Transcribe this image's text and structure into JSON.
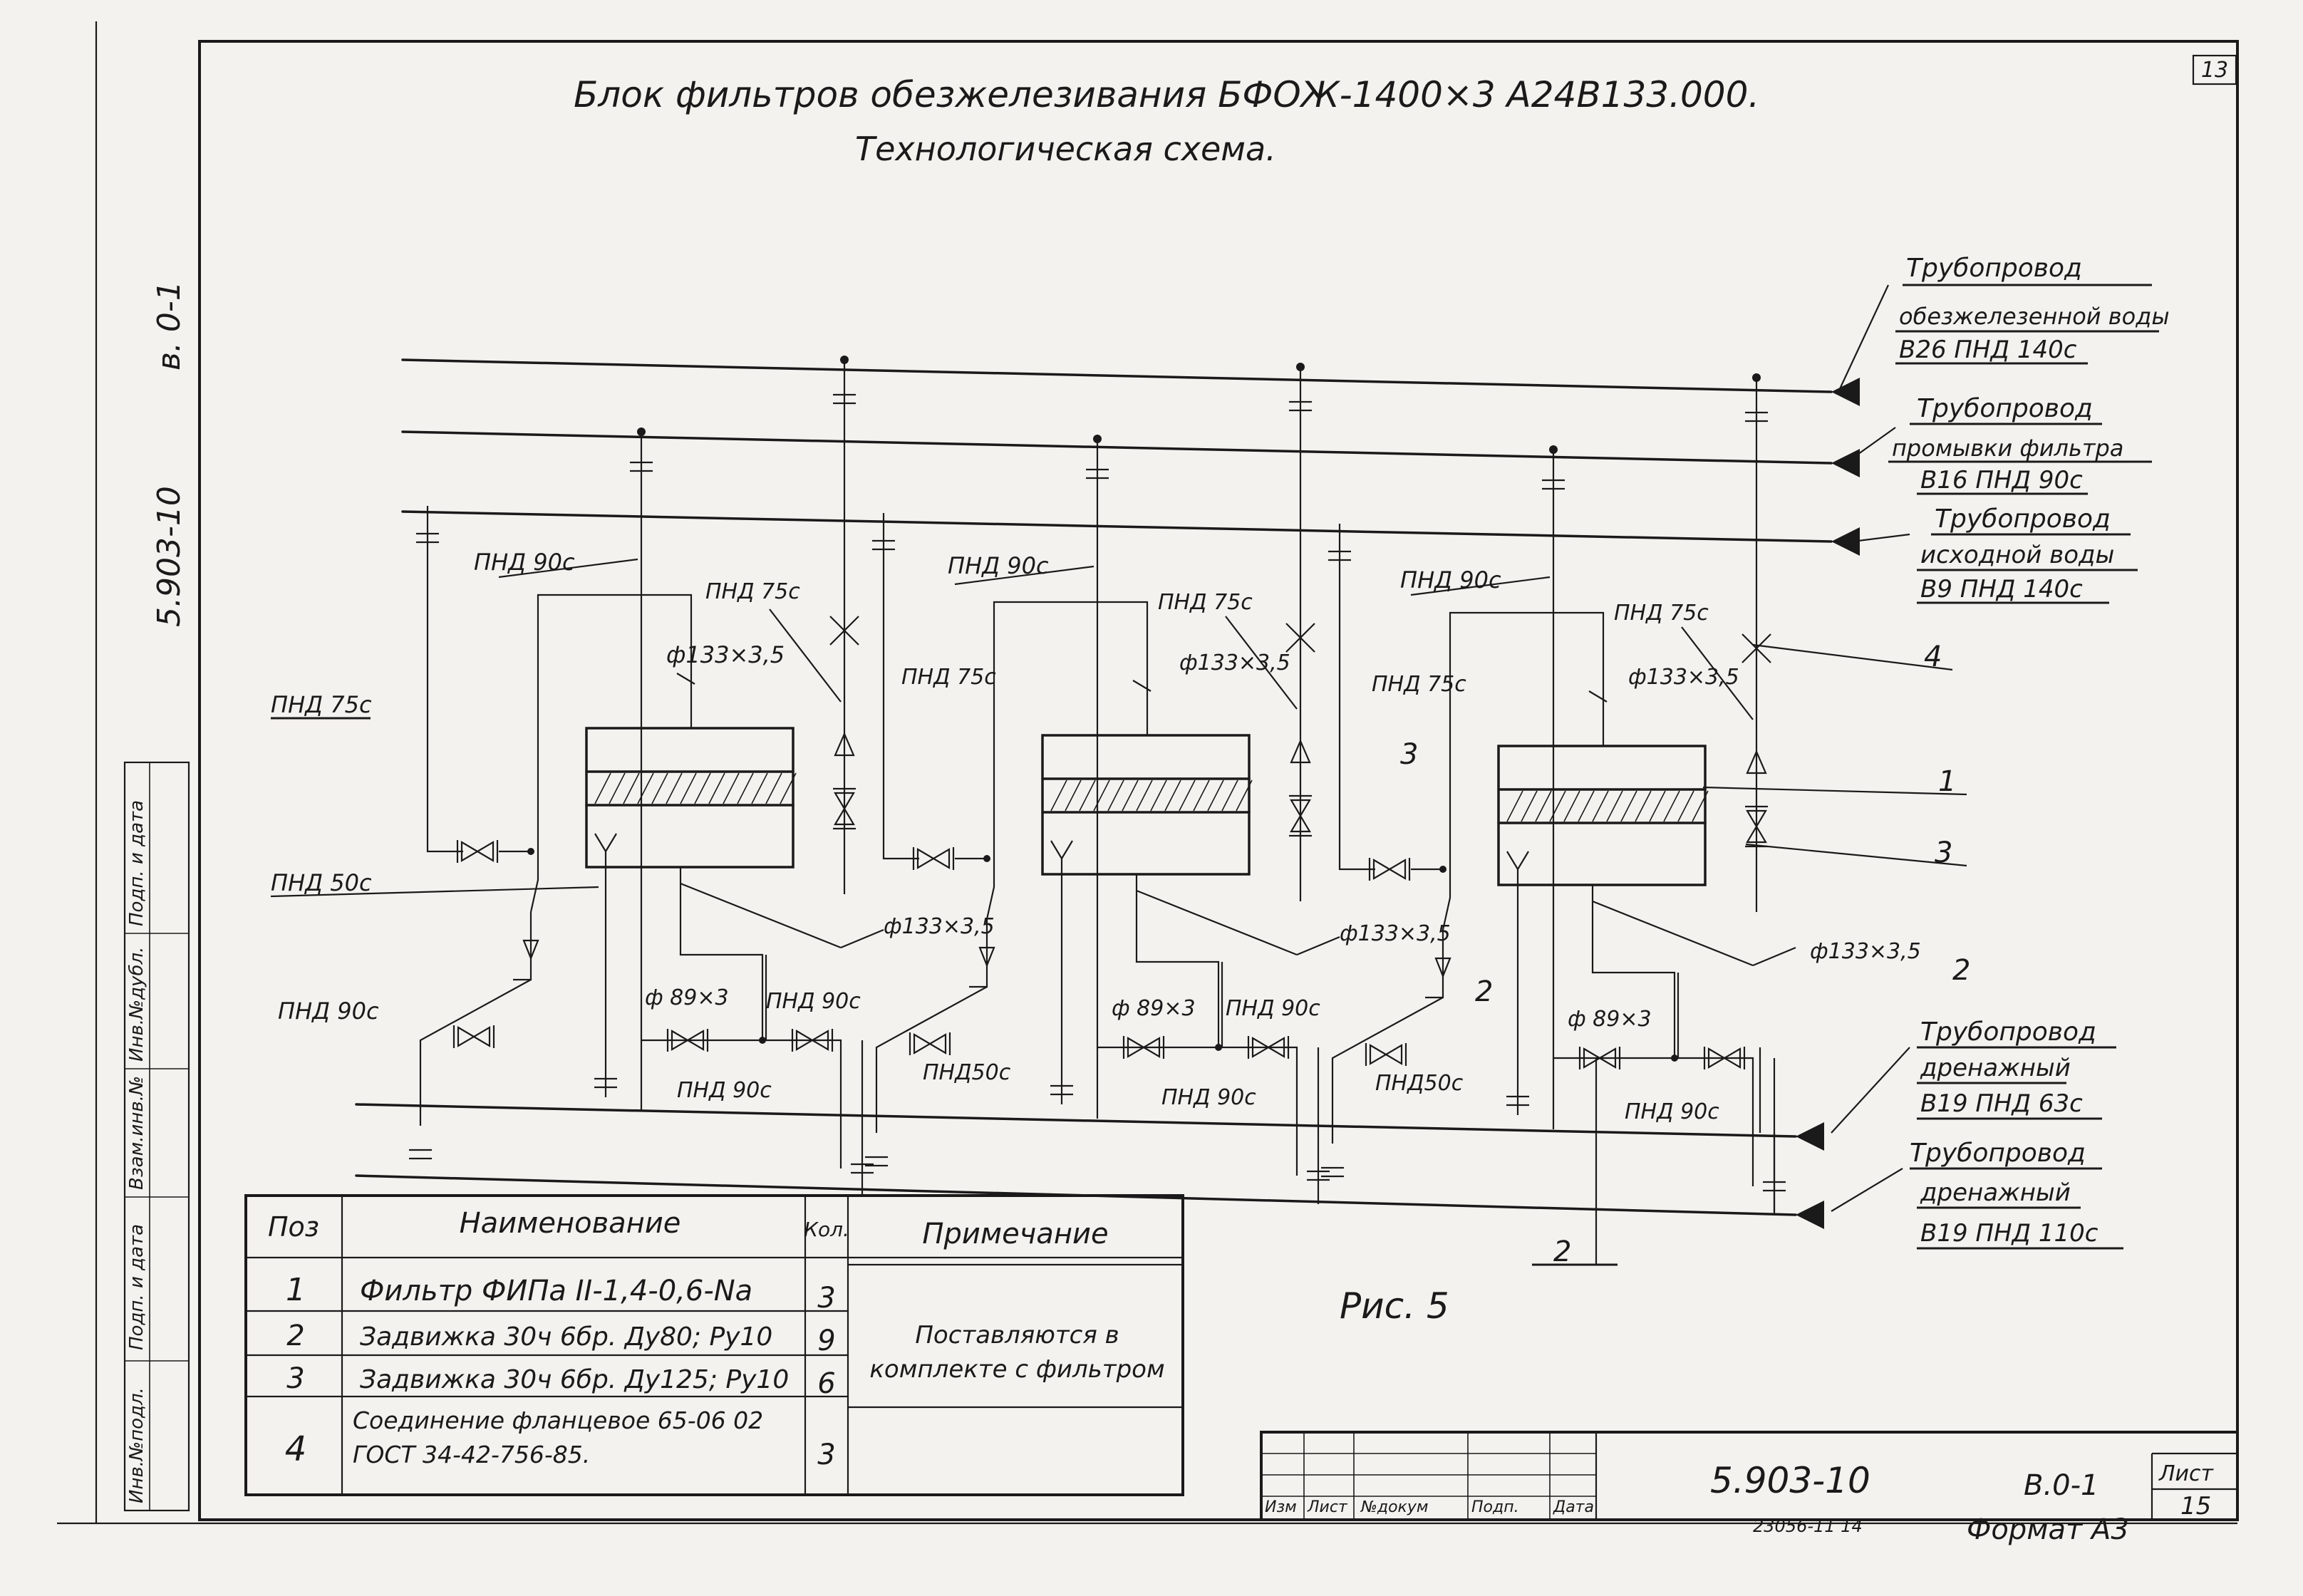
{
  "header": {
    "title": "Блок фильтров обезжелезивания БФОЖ-1400×3  А24В133.000.",
    "subtitle": "Технологическая схема.",
    "sheet_corner": "13"
  },
  "side_stamp": {
    "code": "5.903-10",
    "volume": "в. 0-1",
    "fields": [
      "Инв.№подл.",
      "Подп. и дата",
      "Взам.инв.№",
      "Инв.№дубл.",
      "Подп. и дата"
    ]
  },
  "pipelines": [
    {
      "line1": "Трубопровод",
      "line2": "обезжелезенной воды",
      "line3": "В26 ПНД 140с"
    },
    {
      "line1": "Трубопровод",
      "line2": "промывки фильтра",
      "line3": "В16 ПНД 90с"
    },
    {
      "line1": "Трубопровод",
      "line2": "исходной воды",
      "line3": "В9 ПНД 140с"
    },
    {
      "line1": "Трубопровод",
      "line2": "дренажный",
      "line3": "В19 ПНД 63с"
    },
    {
      "line1": "Трубопровод",
      "line2": "дренажный",
      "line3": "В19 ПНД 110с"
    }
  ],
  "labels": {
    "pnd90": "ПНД 90с",
    "pnd75": "ПНД 75с",
    "pnd50": "ПНД 50с",
    "pnd50b": "ПНД50с",
    "phi133": "ф133×3,5",
    "phi89": "ф 89×3",
    "phi89b": "ф 89×3",
    "pos1": "1",
    "pos2": "2",
    "pos3": "3",
    "pos4": "4",
    "figure": "Рис. 5"
  },
  "spec_table": {
    "headers": [
      "Поз",
      "Наименование",
      "Кол.",
      "Примечание"
    ],
    "rows": [
      {
        "pos": "1",
        "name": "Фильтр ФИПа II-1,4-0,6-Na",
        "qty": "3",
        "note": ""
      },
      {
        "pos": "2",
        "name": "Задвижка 30ч 6бр. Ду80; Ру10",
        "qty": "9",
        "note": "Поставляются в комплекте с фильтром"
      },
      {
        "pos": "3",
        "name": "Задвижка 30ч 6бр. Ду125; Ру10",
        "qty": "6",
        "note": ""
      },
      {
        "pos": "4",
        "name": "Соединение фланцевое 65-06 02 ГОСТ 34-42-756-85.",
        "qty": "3",
        "note": ""
      }
    ]
  },
  "title_block": {
    "doc_code": "5.903-10",
    "volume": "В.0-1",
    "sheet_label": "Лист",
    "sheet_number": "15",
    "cols": [
      "Изм",
      "Лист",
      "№докум",
      "Подп.",
      "Дата"
    ],
    "archive": "23056-11  14",
    "format": "Формат  А3"
  }
}
